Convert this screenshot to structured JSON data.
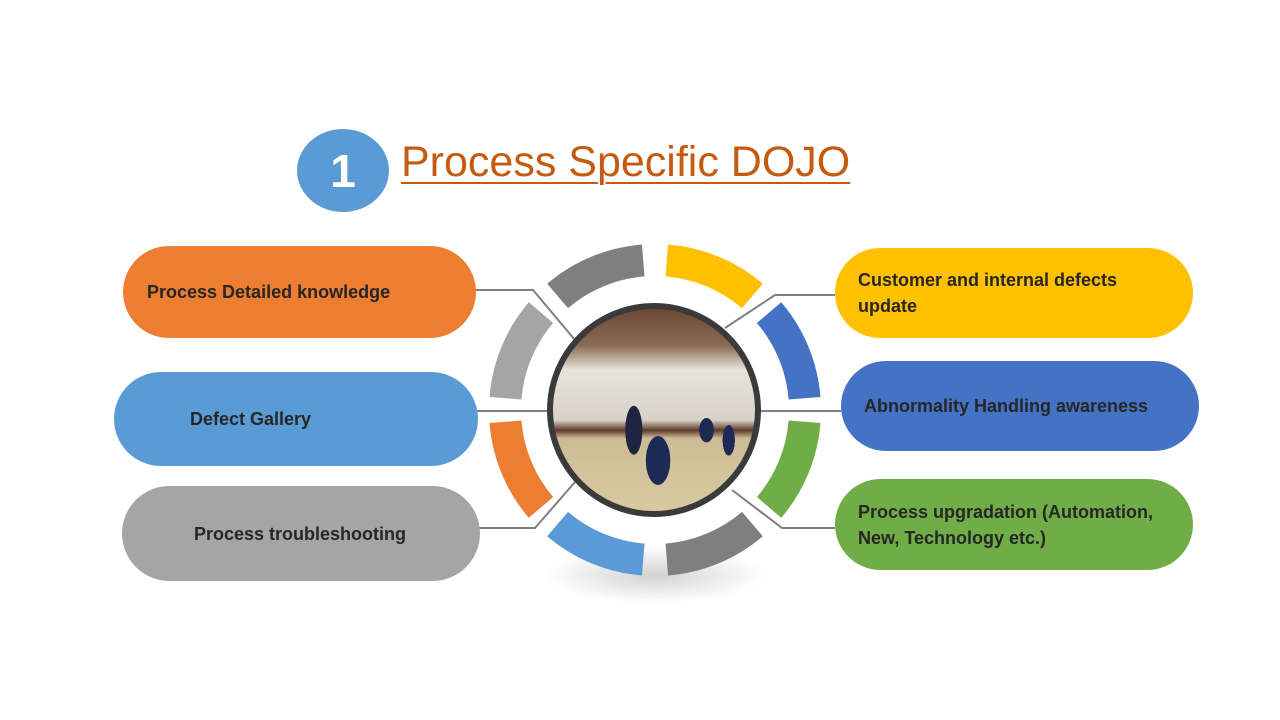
{
  "title": {
    "number": "1",
    "text": "Process Specific DOJO"
  },
  "left_items": [
    {
      "label": "Process Detailed knowledge",
      "color": "#ed7d31"
    },
    {
      "label": "Defect Gallery",
      "color": "#5b9bd5"
    },
    {
      "label": "Process troubleshooting",
      "color": "#a5a5a5"
    }
  ],
  "right_items": [
    {
      "label": "Customer and internal defects update",
      "color": "#ffc000"
    },
    {
      "label": "Abnormality Handling awareness",
      "color": "#4472c4"
    },
    {
      "label": "Process upgradation (Automation, New, Technology etc.)",
      "color": "#70ad47"
    }
  ],
  "ring_colors": [
    "#ffc000",
    "#4472c4",
    "#70ad47",
    "#7f7f7f",
    "#5b9bd5",
    "#ed7d31",
    "#a5a5a5",
    "#7f7f7f"
  ],
  "center_image": "dojo-training-photo"
}
